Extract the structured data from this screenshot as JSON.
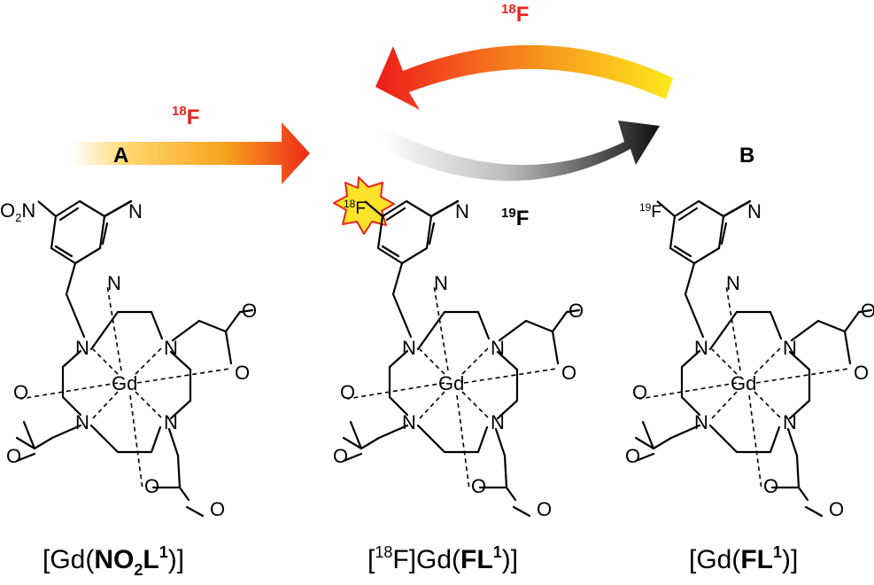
{
  "colors": {
    "fluorine_red": "#e8231e",
    "arrow_yellow": "#ffe21c",
    "arrow_orange": "#f7941d",
    "arrow_red": "#ee2a1a",
    "arrow_dark": "#1a1a1a",
    "star_fill": "#ffe32b",
    "star_stroke": "#e8231e",
    "bond": "#000000"
  },
  "arrows": {
    "a_label": "A",
    "a_iso_mass": "18",
    "a_iso_elem": "F",
    "top_iso_mass": "18",
    "top_iso_elem": "F",
    "bottom_iso_mass": "19",
    "bottom_iso_elem": "F",
    "b_label": "B"
  },
  "structures": {
    "atom_N": "N",
    "atom_O": "O",
    "atom_Gd": "Gd",
    "nitro_O": "O",
    "nitro_sub": "2",
    "nitro_N": "N",
    "star_mass": "18",
    "star_elem": "F",
    "right_mass": "19",
    "right_elem": "F"
  },
  "captions": {
    "left": {
      "open": "[Gd(",
      "bold_main": "NO",
      "bold_sub": "2",
      "bold_L": "L",
      "sup": "1",
      "close": ")]"
    },
    "middle": {
      "open": "[",
      "iso": "18",
      "mid": "F]Gd(",
      "bold": "FL",
      "sup": "1",
      "close": ")]"
    },
    "right": {
      "open": "[Gd(",
      "bold": "FL",
      "sup": "1",
      "close": ")]"
    }
  }
}
